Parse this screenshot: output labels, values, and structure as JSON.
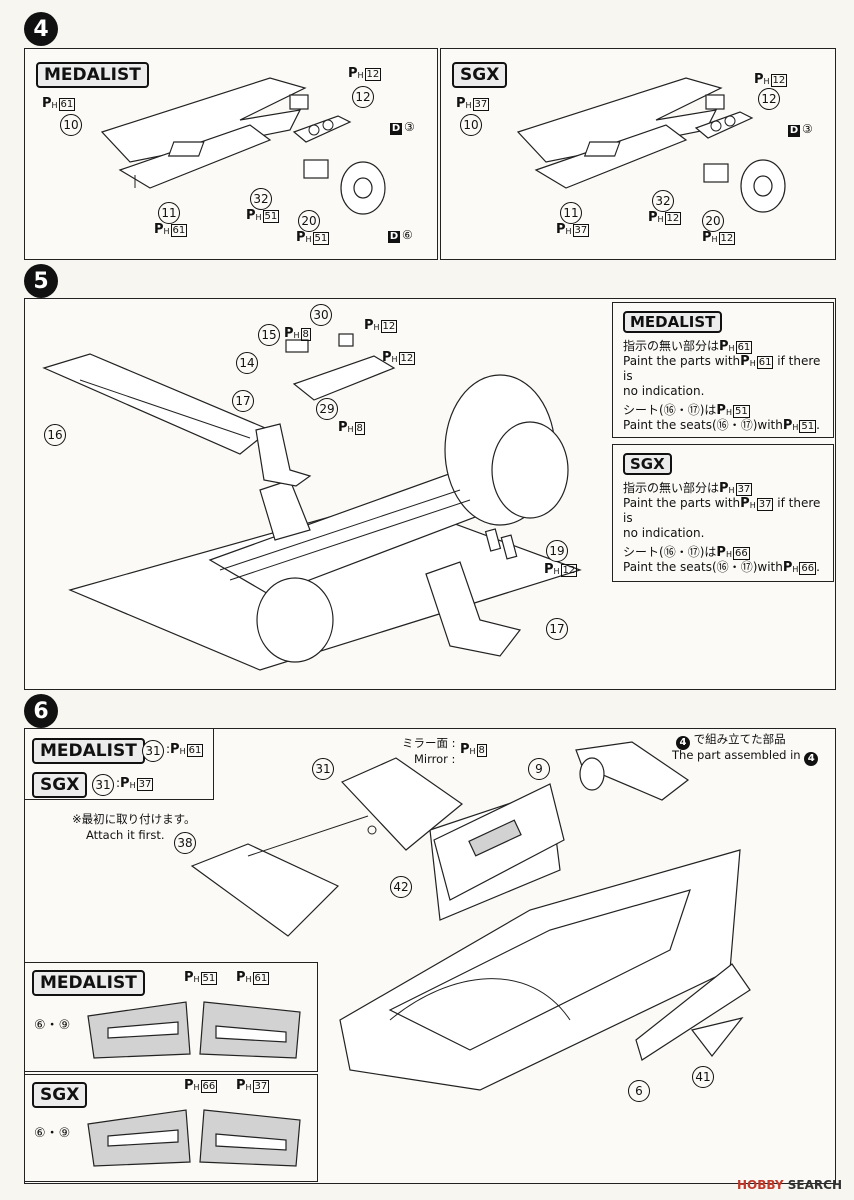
{
  "steps": {
    "s4": {
      "number": "4",
      "medalist": {
        "tag": "MEDALIST",
        "parts": {
          "p10": "10",
          "p11": "11",
          "p12": "12",
          "p20": "20",
          "p32": "32"
        },
        "ph": {
          "dash": "61",
          "dash_low": "61",
          "meter": "12",
          "switch": "51",
          "wheel": "51"
        },
        "decals": {
          "meter": "③",
          "wheel": "⑥"
        }
      },
      "sgx": {
        "tag": "SGX",
        "parts": {
          "p10": "10",
          "p11": "11",
          "p12": "12",
          "p20": "20",
          "p32": "32"
        },
        "ph": {
          "dash": "37",
          "dash_low": "37",
          "meter": "12",
          "switch": "12",
          "wheel": "12"
        },
        "decals": {
          "meter": "③"
        }
      }
    },
    "s5": {
      "number": "5",
      "parts": {
        "p14": "14",
        "p15": "15",
        "p16": "16",
        "p17a": "17",
        "p17b": "17",
        "p19": "19",
        "p29": "29",
        "p30": "30"
      },
      "ph": {
        "p15": "8",
        "p30": "12",
        "p14": "12",
        "p29": "8",
        "p19": "12"
      },
      "medalist_box": {
        "tag": "MEDALIST",
        "jp1": "指示の無い部分は",
        "jp1_code": "61",
        "en1a": "Paint the parts with",
        "en1_code": "61",
        "en1b": "if there is",
        "en1c": "no indication.",
        "jp2a": "シート(",
        "jp2_p1": "⑯",
        "jp2_sep": "・",
        "jp2_p2": "⑰",
        "jp2b": ")は",
        "jp2_code": "51",
        "en2a": "Paint the seats(",
        "en2b": ")with",
        "en2_code": "51",
        "en2_end": "."
      },
      "sgx_box": {
        "tag": "SGX",
        "jp1": "指示の無い部分は",
        "jp1_code": "37",
        "en1a": "Paint the parts with",
        "en1_code": "37",
        "en1b": "if there is",
        "en1c": "no indication.",
        "jp2a": "シート(",
        "jp2_p1": "⑯",
        "jp2_sep": "・",
        "jp2_p2": "⑰",
        "jp2b": ")は",
        "jp2_code": "66",
        "en2a": "Paint the seats(",
        "en2b": ")with",
        "en2_code": "66",
        "en2_end": "."
      }
    },
    "s6": {
      "number": "6",
      "legend": {
        "medalist_tag": "MEDALIST",
        "medalist_part": "31",
        "medalist_code": "61",
        "sgx_tag": "SGX",
        "sgx_part": "31",
        "sgx_code": "37",
        "colon": ":"
      },
      "attach_note_jp": "※最初に取り付けます。",
      "attach_note_en": "Attach it first.",
      "mirror_jp": "ミラー面 :",
      "mirror_en": "Mirror :",
      "mirror_code": "8",
      "assembled_jp": "で組み立てた部品",
      "assembled_en": "The part assembled in",
      "assembled_step": "4",
      "parts": {
        "p6": "6",
        "p9": "9",
        "p31": "31",
        "p38": "38",
        "p41": "41",
        "p42": "42"
      },
      "door_medalist": {
        "tag": "MEDALIST",
        "code_a": "51",
        "code_b": "61",
        "label_a": "⑥",
        "label_sep": "・",
        "label_b": "⑨"
      },
      "door_sgx": {
        "tag": "SGX",
        "code_a": "66",
        "code_b": "37",
        "label_a": "⑥",
        "label_sep": "・",
        "label_b": "⑨"
      }
    }
  },
  "ph_prefix": "P",
  "ph_sub": "H",
  "decal_letter": "D",
  "watermark": {
    "logo": "HOBBY",
    "rest": " SEARCH"
  }
}
